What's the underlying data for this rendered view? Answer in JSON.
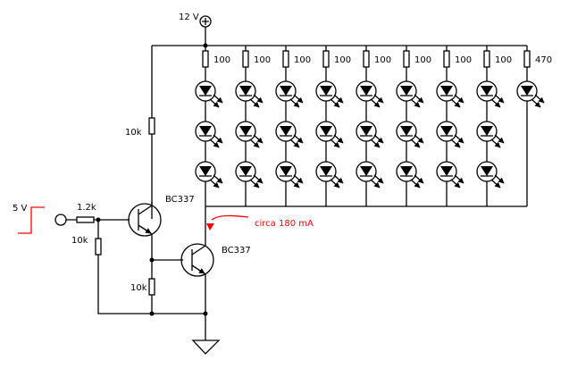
{
  "supply": {
    "label": "12 V",
    "symbol": "plus-circle-icon"
  },
  "input": {
    "label": "5 V",
    "step_color": "#ff0000"
  },
  "resistors": {
    "input_series": "1.2k",
    "input_pulldown": "10k",
    "q1_collector": "10k",
    "q2_base_pulldown": "10k",
    "led_columns": [
      "100",
      "100",
      "100",
      "100",
      "100",
      "100",
      "100",
      "100",
      "470"
    ]
  },
  "transistors": {
    "q1": "BC337",
    "q2": "BC337"
  },
  "annotation": {
    "text": "circa 180 mA",
    "color": "#ff0000"
  },
  "led_grid": {
    "columns": 9,
    "leds_per_column": [
      3,
      3,
      3,
      3,
      3,
      3,
      3,
      3,
      1
    ]
  }
}
